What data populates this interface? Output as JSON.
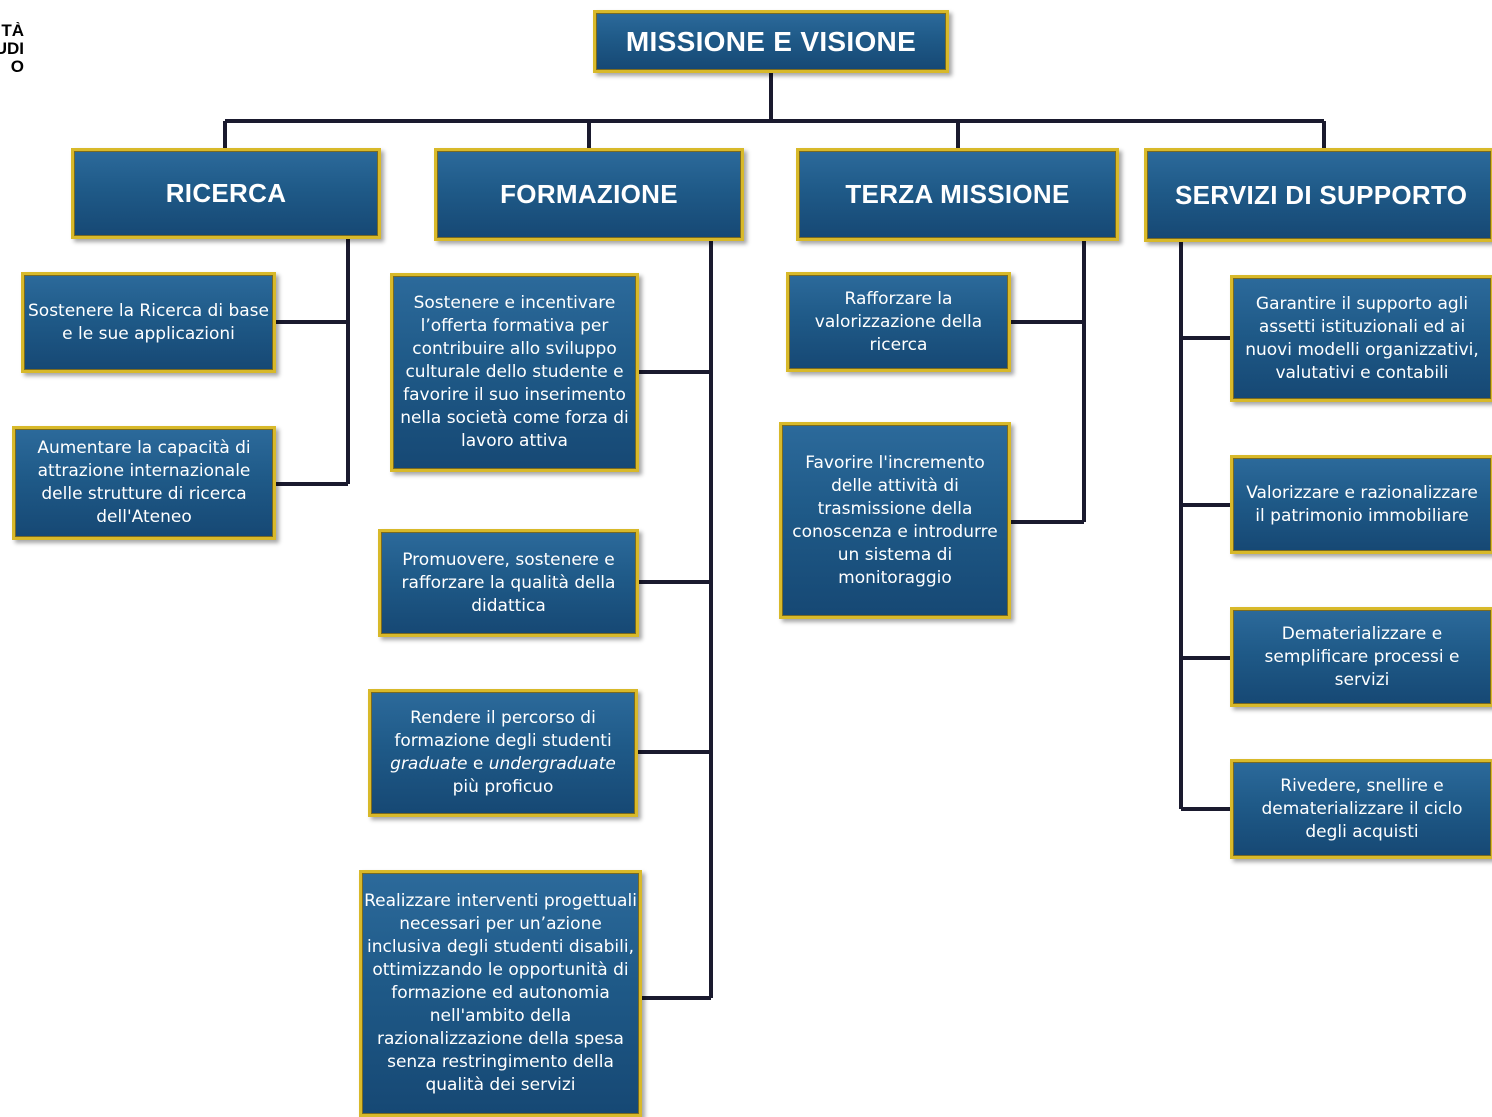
{
  "corner_logo": {
    "lines": [
      "TÀ",
      "UDI",
      "O",
      ""
    ]
  },
  "root": {
    "label": "MISSIONE E VISIONE"
  },
  "areas": [
    {
      "label": "RICERCA",
      "objectives": [
        "Sostenere la Ricerca di base e le sue applicazioni",
        "Aumentare la capacità di attrazione internazionale delle strutture di ricerca dell'Ateneo"
      ]
    },
    {
      "label": "FORMAZIONE",
      "objectives": [
        "Sostenere e incentivare l’offerta formativa per contribuire allo sviluppo culturale dello studente e favorire il suo inserimento nella società come forza di lavoro attiva",
        "Promuovere, sostenere e rafforzare la qualità della didattica",
        "Rendere il percorso di formazione degli studenti graduate e undergraduate più proficuo",
        "Realizzare interventi progettuali necessari per un’azione inclusiva degli studenti disabili, ottimizzando le opportunità di formazione ed autonomia nell'ambito della razionalizzazione della spesa senza restringimento della qualità dei servizi"
      ]
    },
    {
      "label": "TERZA MISSIONE",
      "objectives": [
        "Rafforzare la valorizzazione della ricerca",
        "Favorire l'incremento delle attività di trasmissione della conoscenza e introdurre un sistema di monitoraggio"
      ]
    },
    {
      "label": "SERVIZI DI SUPPORTO",
      "objectives": [
        "Garantire il supporto agli assetti istituzionali ed ai nuovi modelli organizzativi, valutativi e contabili",
        "Valorizzare e razionalizzare il patrimonio immobiliare",
        "Dematerializzare e semplificare processi e servizi",
        "Rivedere, snellire e dematerializzare il ciclo degli acquisti"
      ]
    }
  ],
  "colors": {
    "box_fill": "#1f5a88",
    "box_border": "#d8b92a",
    "connector": "#1a1a2e",
    "text": "#ffffff"
  }
}
